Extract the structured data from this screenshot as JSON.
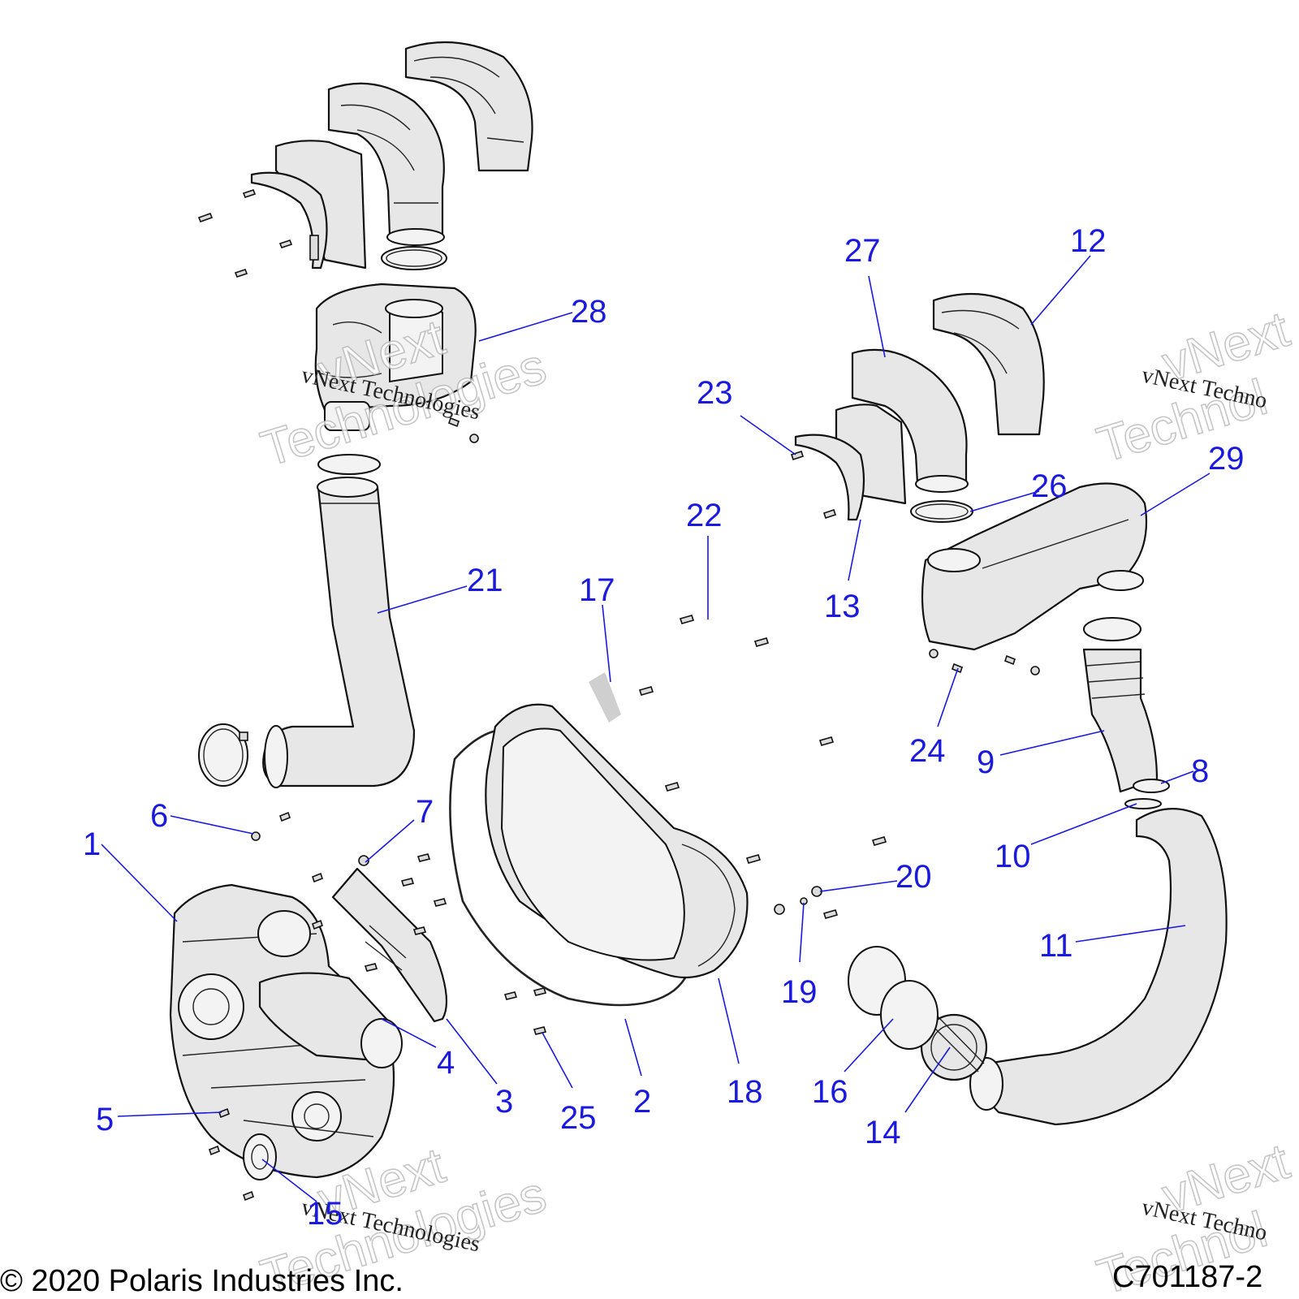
{
  "callouts": [
    {
      "id": "1",
      "label": "1"
    },
    {
      "id": "2",
      "label": "2"
    },
    {
      "id": "3",
      "label": "3"
    },
    {
      "id": "4",
      "label": "4"
    },
    {
      "id": "5",
      "label": "5"
    },
    {
      "id": "6",
      "label": "6"
    },
    {
      "id": "7",
      "label": "7"
    },
    {
      "id": "8",
      "label": "8"
    },
    {
      "id": "9",
      "label": "9"
    },
    {
      "id": "10",
      "label": "10"
    },
    {
      "id": "11",
      "label": "11"
    },
    {
      "id": "12",
      "label": "12"
    },
    {
      "id": "13",
      "label": "13"
    },
    {
      "id": "14",
      "label": "14"
    },
    {
      "id": "15",
      "label": "15"
    },
    {
      "id": "16",
      "label": "16"
    },
    {
      "id": "17",
      "label": "17"
    },
    {
      "id": "18",
      "label": "18"
    },
    {
      "id": "19",
      "label": "19"
    },
    {
      "id": "20",
      "label": "20"
    },
    {
      "id": "21",
      "label": "21"
    },
    {
      "id": "22",
      "label": "22"
    },
    {
      "id": "23",
      "label": "23"
    },
    {
      "id": "24",
      "label": "24"
    },
    {
      "id": "25",
      "label": "25"
    },
    {
      "id": "26",
      "label": "26"
    },
    {
      "id": "27",
      "label": "27"
    },
    {
      "id": "28",
      "label": "28"
    },
    {
      "id": "29",
      "label": "29"
    }
  ],
  "watermark": {
    "script_text": "vNext Technologies",
    "ghost_line1": "vNext",
    "ghost_line2": "Technologies",
    "script_text_cut": "vNext Techno",
    "ghost_line2_cut": "Technol"
  },
  "footer": {
    "copyright": "© 2020 Polaris Industries Inc.",
    "drawing_number": "C701187-2"
  },
  "colors": {
    "callout": "#1a1adf",
    "line_art": "#111111",
    "part_fill": "#e7e7e7"
  }
}
